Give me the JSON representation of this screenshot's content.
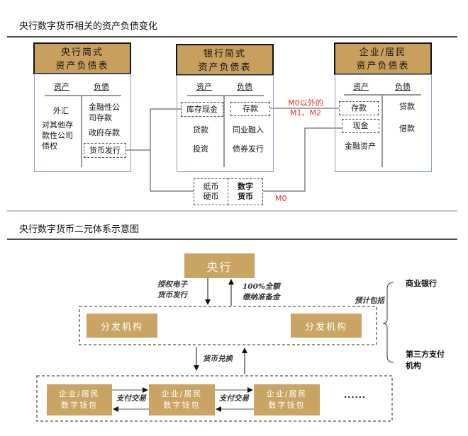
{
  "section1": {
    "title": "央行数字货币相关的资产负债变化",
    "central_bank": {
      "header_line1": "央行简式",
      "header_line2": "资产负债表",
      "assets_label": "资产",
      "liabilities_label": "负债",
      "assets": [
        "外汇",
        "对其他存款性公司债权"
      ],
      "liabilities": [
        "金融性公司存款",
        "政府存款",
        "货币发行"
      ]
    },
    "bank": {
      "header_line1": "银行简式",
      "header_line2": "资产负债表",
      "assets_label": "资产",
      "liabilities_label": "负债",
      "assets": [
        "库存现金",
        "贷款",
        "投资"
      ],
      "liabilities": [
        "存款",
        "同业融入",
        "债券发行"
      ]
    },
    "household": {
      "header_line1": "企业/居民",
      "header_line2": "资产负债表",
      "assets_label": "资产",
      "liabilities_label": "负债",
      "assets": [
        "存款",
        "现金",
        "金融资产"
      ],
      "liabilities": [
        "贷款",
        "借款"
      ]
    },
    "m_label_line1": "M0以外的",
    "m_label_line2": "M1、M2",
    "cash_box": "纸币硬币",
    "digital_box": "数字货币",
    "m0_label": "M0"
  },
  "section2": {
    "title": "央行数字货币二元体系示意图",
    "central_bank": "央行",
    "issue_label": "授权电子货币发行",
    "reserve_label": "100%全额缴纳准备金",
    "distributor": "分发机构",
    "expected_label": "预计包括",
    "includes": [
      "商业银行",
      "第三方支付机构"
    ],
    "exchange_label": "货币兑换",
    "wallet": "企业/居民数字钱包",
    "payment_label": "支付交易",
    "ellipsis": "......"
  },
  "colors": {
    "gold": "#c9a462",
    "red": "#e03030",
    "blue_border": "#8ea2c0"
  }
}
